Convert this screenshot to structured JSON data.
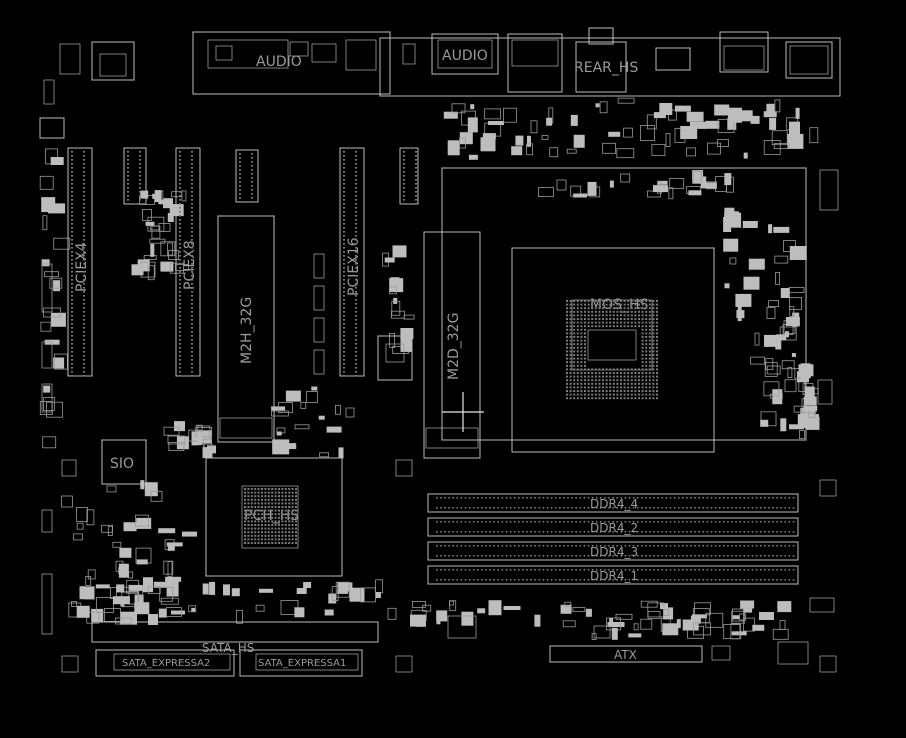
{
  "title": "",
  "colors": {
    "background": "#000000",
    "silkscreen": "#bdbdbd",
    "label": "#9a9a9a"
  },
  "labels": {
    "audio_top": "AUDIO",
    "audio_rear": "AUDIO",
    "rear_hs": "REAR_HS",
    "pciex4": "PCIEX4",
    "pciex8": "PCIEX8",
    "pciex16": "PCIEX16",
    "m2h": "M2H_32G",
    "m2d": "M2D_32G",
    "mos_hs": "MOS_HS",
    "sio": "SIO",
    "pch_hs": "PCH_HS",
    "ddr4_4": "DDR4_4",
    "ddr4_2": "DDR4_2",
    "ddr4_3": "DDR4_3",
    "ddr4_1": "DDR4_1",
    "sata_hs": "SATA_HS",
    "sata_exp2": "SATA_EXPRESSA2",
    "sata_exp1": "SATA_EXPRESSA1",
    "atx": "ATX"
  }
}
